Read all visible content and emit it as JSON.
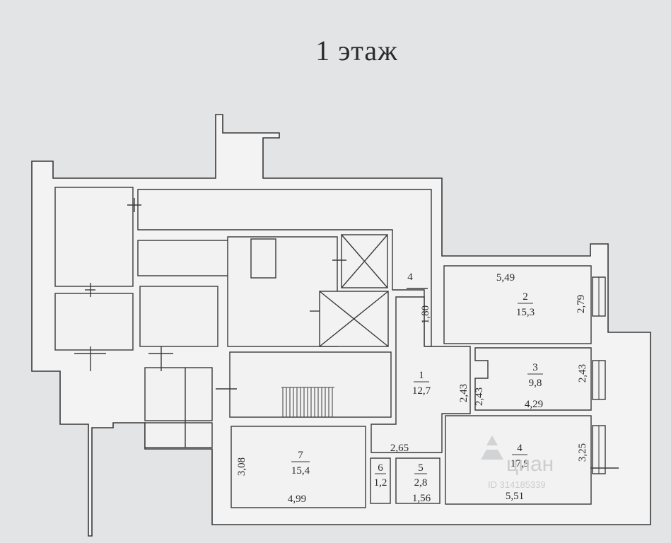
{
  "title": "1 этаж",
  "rooms": [
    {
      "id": "1",
      "area": "12,7",
      "dims": [
        "2,43",
        "2,65"
      ]
    },
    {
      "id": "2",
      "area": "15,3",
      "dims": [
        "5,49",
        "2,79"
      ]
    },
    {
      "id": "3",
      "area": "9,8",
      "dims": [
        "2,43",
        "2,43",
        "4,29"
      ]
    },
    {
      "id": "4",
      "area": "17,9",
      "dims": [
        "3,25",
        "5,51"
      ]
    },
    {
      "id": "5",
      "area": "2,8",
      "dims": [
        "1,56"
      ]
    },
    {
      "id": "6",
      "area": "1,2",
      "dims": []
    },
    {
      "id": "7",
      "area": "15,4",
      "dims": [
        "3,08",
        "4,99"
      ]
    }
  ],
  "corridor": {
    "id": "4",
    "dim": "1,80"
  },
  "watermark": {
    "brand": "циан",
    "id_text": "ID 314185339"
  }
}
